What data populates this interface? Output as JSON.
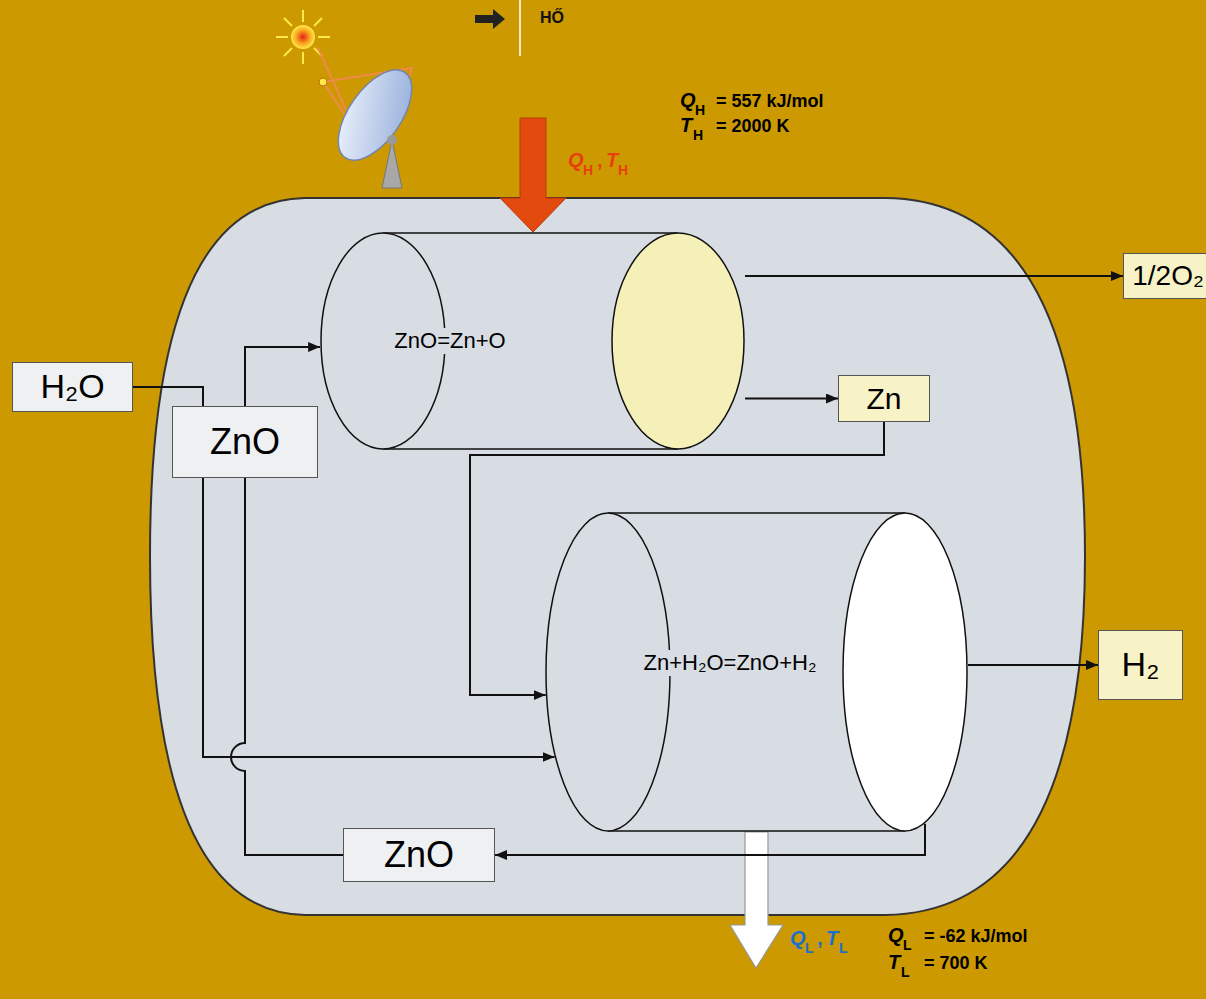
{
  "diagram": {
    "nodes": [
      {
        "text": [
          "1/2O₂"
        ]
      },
      {
        "text": [
          "ZnO=Zn+O"
        ]
      },
      {
        "text": [
          "Zn"
        ]
      },
      {
        "text": [
          "ZnO"
        ]
      },
      {
        "text": [
          "H₂O"
        ]
      },
      {
        "text": [
          "Zn+H₂O=ZnO+H₂"
        ]
      },
      {
        "text": [
          "H₂"
        ]
      },
      {
        "text": [
          "ZnO"
        ]
      }
    ],
    "edges": [
      {
        "from": 3,
        "to": 1,
        "arrow": "to"
      },
      {
        "from": 1,
        "to": 0,
        "arrow": "to"
      },
      {
        "from": 1,
        "to": 2,
        "arrow": "to"
      },
      {
        "from": 2,
        "to": 5,
        "arrow": "to"
      },
      {
        "from": 4,
        "to": 5,
        "arrow": "to"
      },
      {
        "from": 5,
        "to": 6,
        "arrow": "to"
      },
      {
        "from": 5,
        "to": 7,
        "arrow": "to"
      },
      {
        "from": 7,
        "to": 3,
        "arrow": "none"
      }
    ],
    "labels": [
      "HŐ",
      "Q",
      "H",
      ",",
      "T",
      "H",
      "Q",
      "H",
      "= 557 kJ/mol",
      "T",
      "H",
      "= 2000 K",
      "Q",
      "L",
      ",",
      "T",
      "L",
      "Q",
      "L",
      "= -62 kJ/mol",
      "T",
      "L",
      "= 700 K"
    ]
  }
}
